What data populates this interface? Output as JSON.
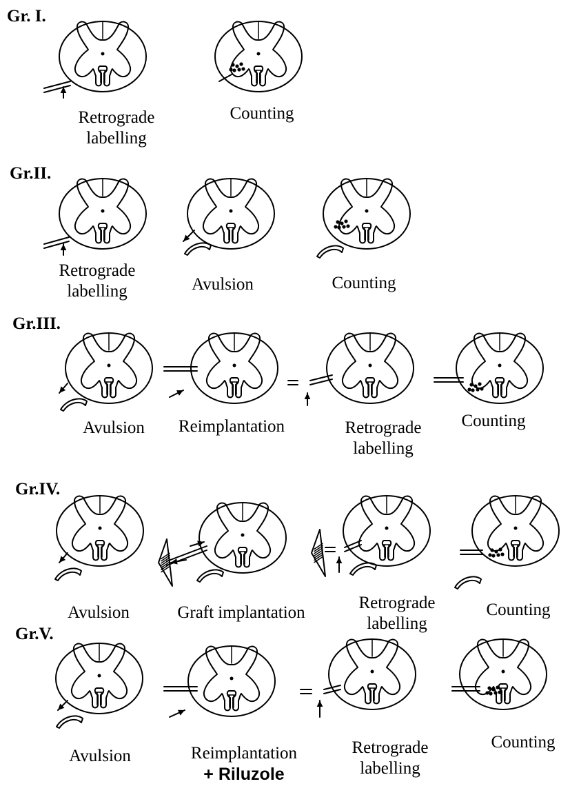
{
  "groups": [
    {
      "title": "Gr. I.",
      "steps": [
        {
          "lines": [
            "Retrograde",
            "labelling"
          ]
        },
        {
          "lines": [
            "Counting"
          ]
        }
      ]
    },
    {
      "title": "Gr.II.",
      "steps": [
        {
          "lines": [
            "Retrograde",
            "labelling"
          ]
        },
        {
          "lines": [
            "Avulsion"
          ]
        },
        {
          "lines": [
            "Counting"
          ]
        }
      ]
    },
    {
      "title": "Gr.III.",
      "steps": [
        {
          "lines": [
            "Avulsion"
          ]
        },
        {
          "lines": [
            "Reimplantation"
          ]
        },
        {
          "lines": [
            "Retrograde",
            "labelling"
          ]
        },
        {
          "lines": [
            "Counting"
          ]
        }
      ]
    },
    {
      "title": "Gr.IV.",
      "steps": [
        {
          "lines": [
            "Avulsion"
          ]
        },
        {
          "lines": [
            "Graft implantation"
          ]
        },
        {
          "lines": [
            "Retrograde",
            "labelling"
          ]
        },
        {
          "lines": [
            "Counting"
          ]
        }
      ]
    },
    {
      "title": "Gr.V.",
      "steps": [
        {
          "lines": [
            "Avulsion"
          ]
        },
        {
          "lines": [
            "Reimplantation",
            "+ Riluzole"
          ]
        },
        {
          "lines": [
            "Retrograde",
            "labelling"
          ]
        },
        {
          "lines": [
            "Counting"
          ]
        }
      ]
    }
  ]
}
